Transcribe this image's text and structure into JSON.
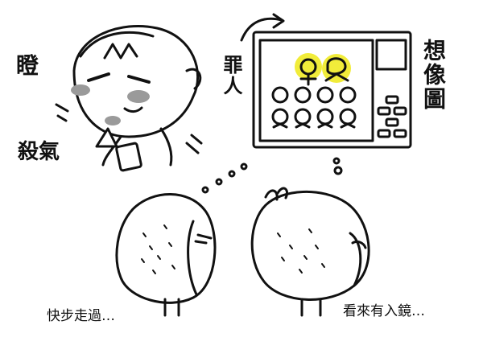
{
  "captions": {
    "left": "快步走過…",
    "right": "看來有入鏡…"
  },
  "labels": {
    "glare": "瞪",
    "killing_aura": "殺氣",
    "criminal": "罪人",
    "imagined_photo": "想像圖"
  },
  "colors": {
    "ink": "#111111",
    "highlight": "#f1ec3a",
    "shade": "#9a9a9a"
  }
}
